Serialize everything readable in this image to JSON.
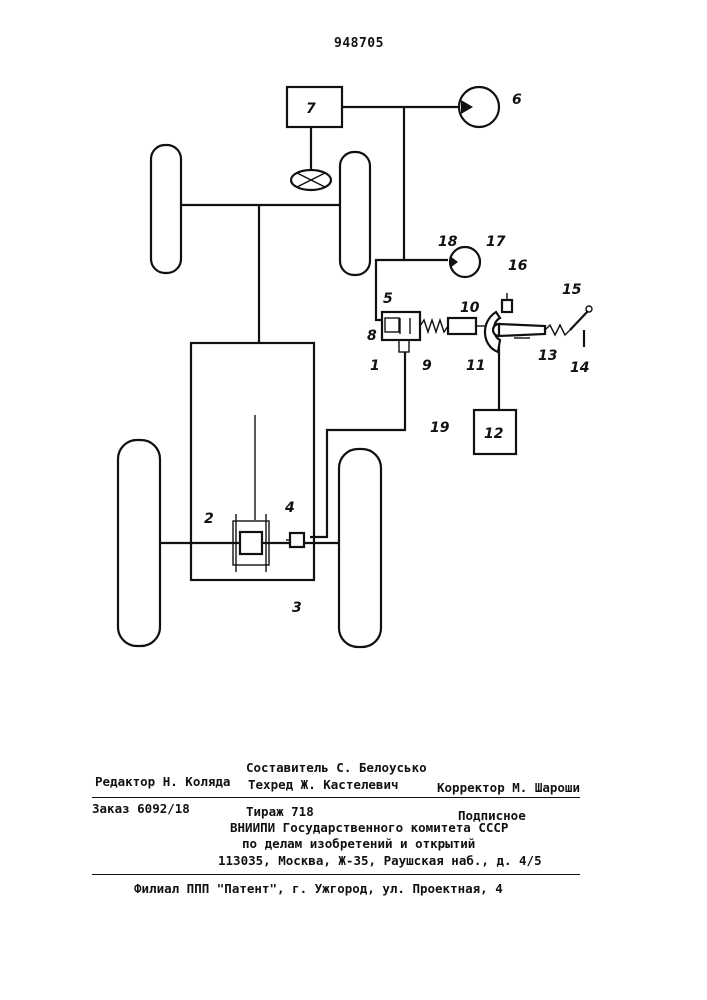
{
  "header": {
    "patent_number": "948705"
  },
  "diagram": {
    "labels": {
      "l1": "1",
      "l2": "2",
      "l3": "3",
      "l4": "4",
      "l5": "5",
      "l6": "6",
      "l7": "7",
      "l8": "8",
      "l9": "9",
      "l10": "10",
      "l11": "11",
      "l12": "12",
      "l13": "13",
      "l14": "14",
      "l15": "15",
      "l16": "16",
      "l17": "17",
      "l18": "18",
      "l19": "19"
    }
  },
  "footer": {
    "composer": "Составитель С. Белоусько",
    "editor": "Редактор Н. Коляда",
    "techred": "Техред Ж. Кастелевич",
    "corrector": "Корректор М. Шароши",
    "order": "Заказ 6092/18",
    "circulation": "Тираж 718",
    "subscription": "Подписное",
    "org_line1": "ВНИИПИ Государственного комитета СССР",
    "org_line2": "по делам изобретений и открытий",
    "address": "113035, Москва, Ж-35, Раушская наб., д. 4/5",
    "branch": "Филиал ППП \"Патент\", г. Ужгород, ул. Проектная, 4"
  }
}
